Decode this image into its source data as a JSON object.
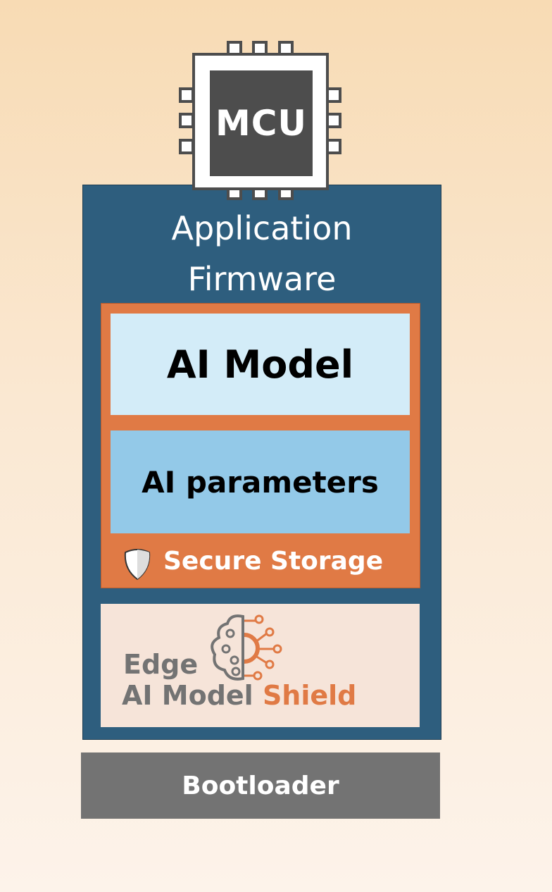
{
  "chip": {
    "label": "MCU"
  },
  "firmware": {
    "title_line1": "Application",
    "title_line2": "Firmware"
  },
  "secure_storage": {
    "model_label": "AI Model",
    "params_label": "AI parameters",
    "label": "Secure Storage"
  },
  "logo": {
    "line1": "Edge",
    "line2_gray": "AI Model",
    "line2_orange": "Shield"
  },
  "bootloader": {
    "label": "Bootloader"
  },
  "colors": {
    "firmware": "#2e5e7e",
    "secure": "#e07a45",
    "model": "#d3ecf8",
    "params": "#93c9e8",
    "boot": "#737373"
  }
}
